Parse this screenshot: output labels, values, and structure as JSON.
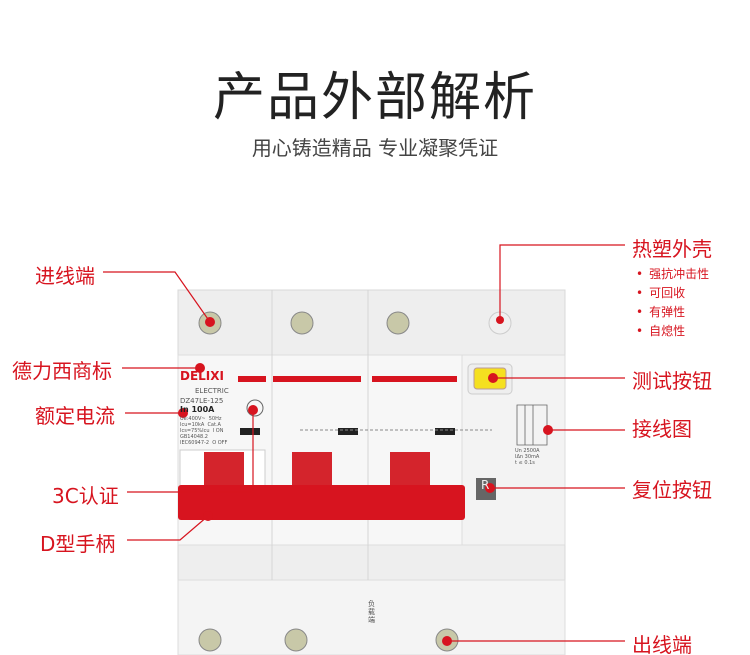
{
  "title": "产品外部解析",
  "subtitle": "用心铸造精品 专业凝聚凭证",
  "left_labels": [
    "进线端",
    "德力西商标",
    "额定电流",
    "3C认证",
    "D型手柄"
  ],
  "right_labels": [
    "热塑外壳",
    "测试按钮",
    "接线图",
    "复位按钮",
    "出线端"
  ],
  "shell_features": [
    "强抗冲击性",
    "可回收",
    "有弹性",
    "自熄性"
  ],
  "product": {
    "brand": "DELIXI",
    "brand_sub": "ELECTRIC",
    "model": "DZ47LE-125",
    "rating": "In 100A",
    "specs": "Ue:400V~  50Hz\nIcu=10kA  Cat.A\nIcs=75%Icu  I ON\nGB14048.2\nIEC60947-2  O OFF",
    "reset_key": "R",
    "diagram_specs": "Un 2500A\nIΔn 30mA\nt ≤ 0.1s",
    "load_side": "负\n载\n端",
    "accent": "#d7141f"
  }
}
